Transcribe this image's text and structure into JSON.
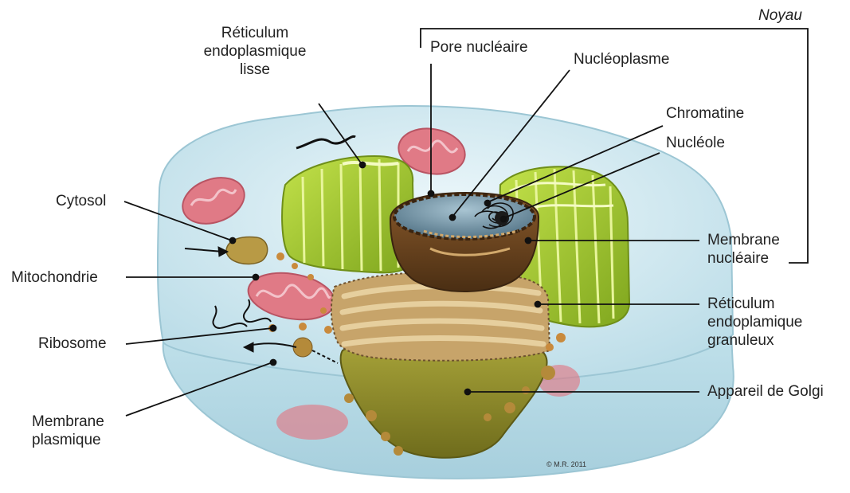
{
  "labels": {
    "noyau": "Noyau",
    "reticulum_lisse": "Réticulum\nendoplasmique\nlisse",
    "pore_nucleaire": "Pore nucléaire",
    "nucleoplasme": "Nucléoplasme",
    "chromatine": "Chromatine",
    "nucleole": "Nucléole",
    "cytosol": "Cytosol",
    "membrane_nucleaire": "Membrane\nnucléaire",
    "mitochondrie": "Mitochondrie",
    "reticulum_granuleux": "Réticulum\nendoplamique\ngranuleux",
    "ribosome": "Ribosome",
    "appareil_golgi": "Appareil de Golgi",
    "membrane_plasmique": "Membrane\nplasmique"
  },
  "copyright": "© M.R. 2011",
  "colors": {
    "cytoplasm": "#cfe8f0",
    "mitochondria": "#e07a86",
    "smooth_er": "#a8cc2a",
    "nucleus": "#6b4421",
    "rough_er": "#c7a46a",
    "golgi": "#8b8a28",
    "ribosome": "#c98a3c"
  }
}
